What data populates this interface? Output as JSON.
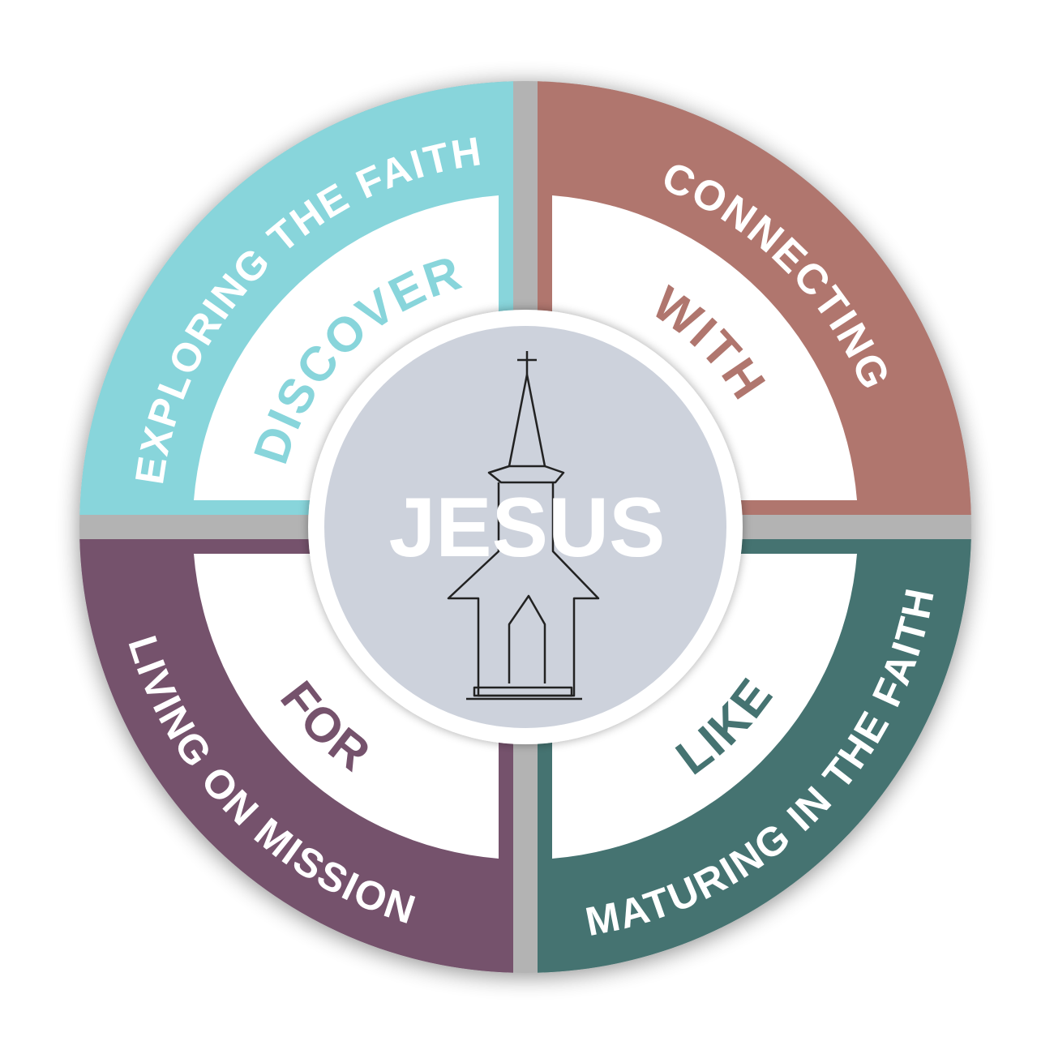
{
  "center": {
    "label": "JESUS",
    "icon": "church-icon"
  },
  "quadrants": [
    {
      "position": "top-left",
      "outer": "EXPLORING THE FAITH",
      "inner": "DISCOVER",
      "color": "#88D5DB"
    },
    {
      "position": "top-right",
      "outer": "CONNECTING",
      "inner": "WITH",
      "color": "#B0766E"
    },
    {
      "position": "bottom-right",
      "outer": "MATURING IN THE FAITH",
      "inner": "LIKE",
      "color": "#457371"
    },
    {
      "position": "bottom-left",
      "outer": "LIVING ON MISSION",
      "inner": "FOR",
      "color": "#75526C"
    }
  ],
  "colors": {
    "gap": "#B3B3B3",
    "center_fill": "#CDD2DC",
    "inner_fill": "#FFFFFF"
  }
}
